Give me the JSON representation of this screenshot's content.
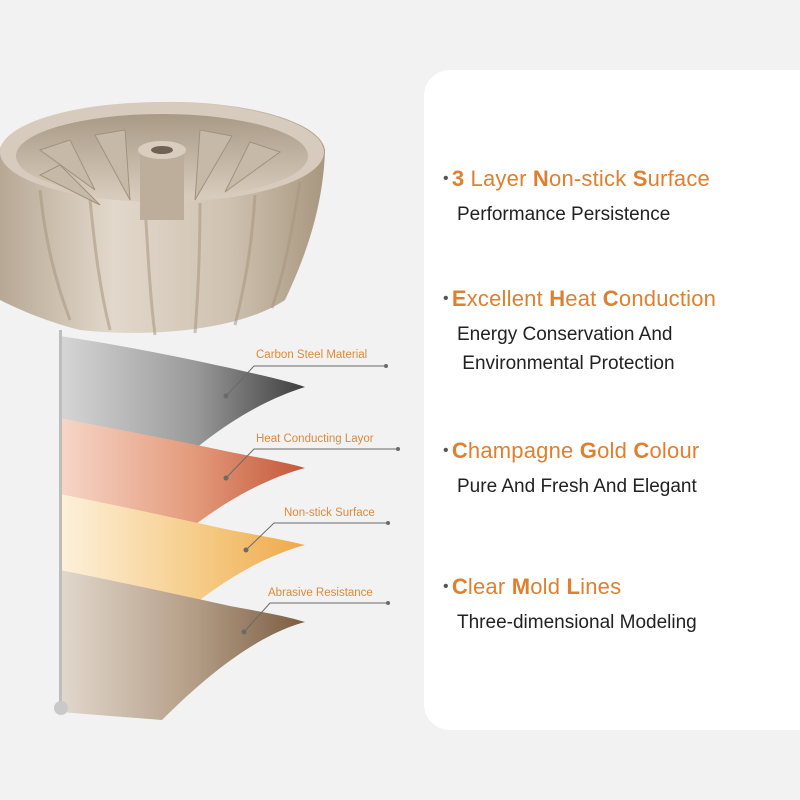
{
  "colors": {
    "accent": "#e07f2e",
    "layer_gray": "#6d6d6d",
    "layer_copper": "#d7744f",
    "layer_gold": "#f2b45a",
    "layer_brown": "#8a6f56",
    "pan": "#c9bba9"
  },
  "icons": {
    "bullet": "bullet-dot-icon"
  },
  "layers": [
    {
      "label": "Carbon Steel Material"
    },
    {
      "label": "Heat Conducting Layor"
    },
    {
      "label": "Non-stick Surface"
    },
    {
      "label": "Abrasive Resistance"
    }
  ],
  "features": [
    {
      "title_segments": [
        {
          "text": "3",
          "bold": true
        },
        {
          "text": " Layer ",
          "bold": false
        },
        {
          "text": "N",
          "bold": true
        },
        {
          "text": "on-stick ",
          "bold": false
        },
        {
          "text": "S",
          "bold": true
        },
        {
          "text": "urface",
          "bold": false
        }
      ],
      "subtitle_lines": [
        "Performance Persistence"
      ]
    },
    {
      "title_segments": [
        {
          "text": "E",
          "bold": true
        },
        {
          "text": "xcellent ",
          "bold": false
        },
        {
          "text": "H",
          "bold": true
        },
        {
          "text": "eat ",
          "bold": false
        },
        {
          "text": "C",
          "bold": true
        },
        {
          "text": "onduction",
          "bold": false
        }
      ],
      "subtitle_lines": [
        "Energy Conservation And",
        " Environmental Protection"
      ]
    },
    {
      "title_segments": [
        {
          "text": "C",
          "bold": true
        },
        {
          "text": "hampagne ",
          "bold": false
        },
        {
          "text": "G",
          "bold": true
        },
        {
          "text": "old ",
          "bold": false
        },
        {
          "text": "C",
          "bold": true
        },
        {
          "text": "olour",
          "bold": false
        }
      ],
      "subtitle_lines": [
        "Pure And Fresh And Elegant"
      ]
    },
    {
      "title_segments": [
        {
          "text": "C",
          "bold": true
        },
        {
          "text": "lear ",
          "bold": false
        },
        {
          "text": "M",
          "bold": true
        },
        {
          "text": "old ",
          "bold": false
        },
        {
          "text": "L",
          "bold": true
        },
        {
          "text": "ines",
          "bold": false
        }
      ],
      "subtitle_lines": [
        "Three-dimensional Modeling"
      ]
    }
  ]
}
